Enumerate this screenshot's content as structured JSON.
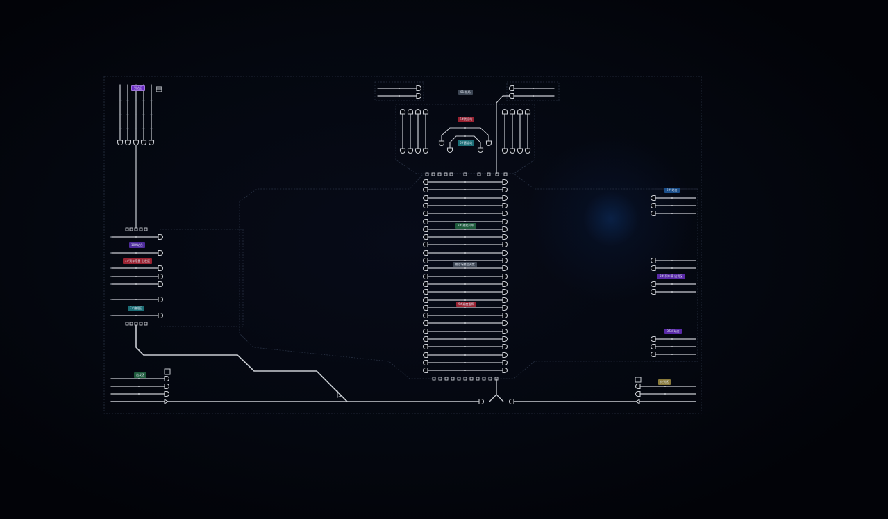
{
  "screen": {
    "description_color": "#03050c"
  },
  "colors": {
    "track": "#c9ccd2",
    "track_dim": "#7d8794",
    "zone_border": "#283143",
    "glow": "#0e346e"
  },
  "labels": [
    {
      "id": "label-top-left",
      "text": "到达区",
      "color": "#6b2cc4",
      "bordered": true
    },
    {
      "id": "label-left-1",
      "text": "10#站台",
      "color": "#4e2b9c"
    },
    {
      "id": "label-left-2",
      "text": "4#列车停靠 出发区",
      "color": "#9a2332"
    },
    {
      "id": "label-left-3",
      "text": "7#编组区",
      "color": "#1c6e76"
    },
    {
      "id": "label-left-bottom",
      "text": "出发区",
      "color": "#1f5b3c"
    },
    {
      "id": "label-top-center",
      "text": "01 机场",
      "color": "#3d4654"
    },
    {
      "id": "label-center-red",
      "text": "5#货运站",
      "color": "#9a2332"
    },
    {
      "id": "label-center-teal",
      "text": "6#客运站",
      "color": "#1c6e76"
    },
    {
      "id": "label-main-green",
      "text": "3# 编组列车",
      "color": "#1f5b3c"
    },
    {
      "id": "label-main-gray",
      "text": "编组场编组调度",
      "color": "#3d4654"
    },
    {
      "id": "label-main-red",
      "text": "9#调度指挥",
      "color": "#9a2332"
    },
    {
      "id": "label-right-blue",
      "text": "2# 站台",
      "color": "#1b4f8a"
    },
    {
      "id": "label-right-purple-1",
      "text": "8# 列车停 出发区",
      "color": "#5a2aa8"
    },
    {
      "id": "label-right-purple-2",
      "text": "DTAF站台",
      "color": "#5a2aa8"
    },
    {
      "id": "label-right-gold",
      "text": "终到区",
      "color": "#8a7a3a"
    }
  ]
}
